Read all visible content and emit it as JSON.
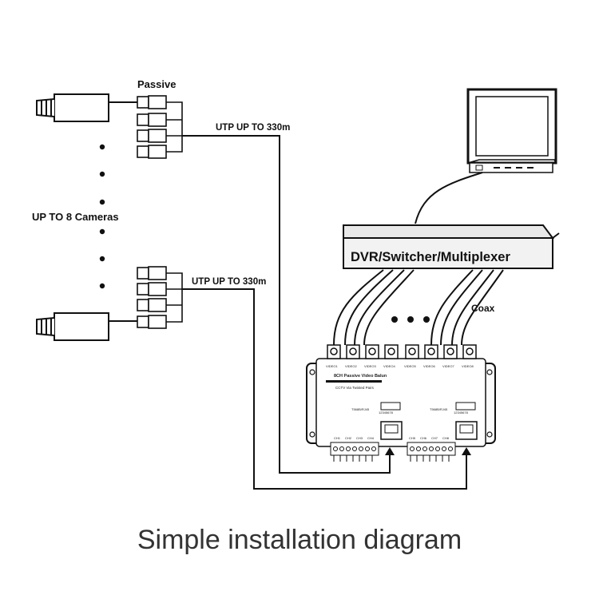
{
  "diagram": {
    "caption": "Simple installation diagram",
    "passive_label": "Passive",
    "cameras_label": "UP TO 8 Cameras",
    "utp_top_label": "UTP UP TO 330m",
    "utp_bottom_label": "UTP UP TO 330m",
    "dvr_label": "DVR/Switcher/Multiplexer",
    "coax_label": "Coax",
    "balun": {
      "title": "8CH Passive Video Balun",
      "subtitle": "CCTV Via Twisted Pairs",
      "video_ports": [
        "VIDEO1",
        "VIDEO2",
        "VIDEO3",
        "VIDEO4",
        "VIDEO5",
        "VIDEO6",
        "VIDEO7",
        "VIDEO8"
      ],
      "channels": [
        "CH1",
        "CH2",
        "CH3",
        "CH4",
        "CH5",
        "CH6",
        "CH7",
        "CH8"
      ],
      "rj45_left_label": "T568B/RJ45",
      "rj45_right_label": "T568B/RJ45",
      "pin_numbers": "12345678"
    }
  }
}
